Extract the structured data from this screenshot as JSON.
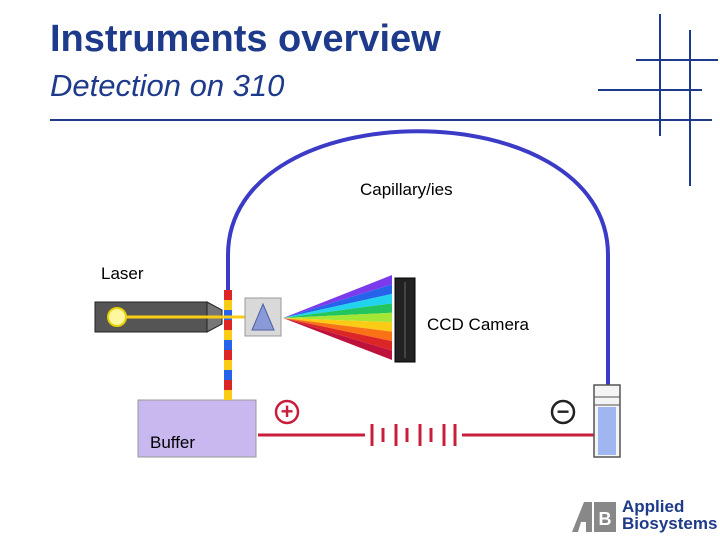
{
  "slide": {
    "title": "Instruments overview",
    "subtitle": "Detection on 310"
  },
  "diagram": {
    "labels": {
      "capillary": "Capillary/ies",
      "laser": "Laser",
      "ccd_camera": "CCD Camera",
      "buffer": "Buffer"
    },
    "electrodes": {
      "positive": "+",
      "negative": "−"
    },
    "spectrum_colors": [
      "#7c3aed",
      "#2563eb",
      "#22d3ee",
      "#22c55e",
      "#a3e635",
      "#facc15",
      "#f97316",
      "#dc2626",
      "#be123c"
    ],
    "capillary_color": "#3b3bc8",
    "circuit_color": "#c81e3c",
    "buffer_fill": "#c9b8f0"
  },
  "logo": {
    "mark": "AB",
    "line1": "Applied",
    "line2": "Biosystems"
  }
}
